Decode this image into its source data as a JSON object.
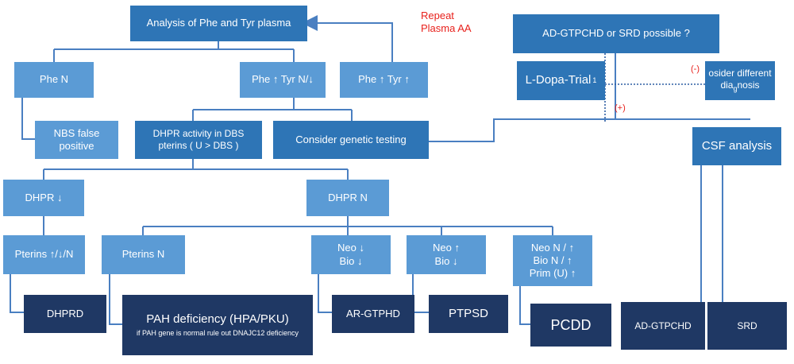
{
  "nodes": {
    "analysis": "Analysis of Phe and Tyr plasma",
    "repeat_line1": "Repeat",
    "repeat_line2": "Plasma AA",
    "phe_n": "Phe N",
    "phe_up_tyr_n_down": "Phe ↑ Tyr N/↓",
    "phe_up_tyr_up": "Phe ↑ Tyr ↑",
    "nbs_line1": "NBS false",
    "nbs_line2": "positive",
    "dhpr_activity_line1": "DHPR activity in DBS",
    "dhpr_activity_line2": "pterins ( U > DBS )",
    "genetic": "Consider genetic testing",
    "dhpr_down": "DHPR ↓",
    "dhpr_n": "DHPR N",
    "pterins_up_down_n": "Pterins ↑/↓/N",
    "pterins_n": "Pterins N",
    "neo_down_bio_down_l1": "Neo ↓",
    "neo_down_bio_down_l2": "Bio ↓",
    "neo_up_bio_down_l1": "Neo ↑",
    "neo_up_bio_down_l2": "Bio ↓",
    "neo_n_l1": "Neo N / ↑",
    "neo_n_l2": "Bio N / ↑",
    "neo_n_l3": "Prim (U) ↑",
    "dhprd": "DHPRD",
    "pah_title": "PAH deficiency (HPA/PKU)",
    "pah_note": "if PAH gene is normal rule out DNAJC12 deficiency",
    "ar_gtphd": "AR-GTPHD",
    "ptpsd": "PTPSD",
    "pcdd": "PCDD",
    "ad_srd_possible": "AD-GTPCHD or SRD possible ?",
    "ldopa": "L-Dopa-Trial",
    "ldopa_sup": "1",
    "consider_diff_line1": "osider different",
    "consider_diff_line2": "dia",
    "consider_diff_sub": "g",
    "consider_diff_line2b": "nosis",
    "minus": "(-)",
    "plus": "(+)",
    "csf": "CSF analysis",
    "ad_gtpchd": "AD-GTPCHD",
    "srd": "SRD"
  },
  "colors": {
    "mid_blue": "#2e75b6",
    "light_blue": "#5b9bd5",
    "dark_navy": "#1f3864",
    "red": "#e8211c"
  }
}
